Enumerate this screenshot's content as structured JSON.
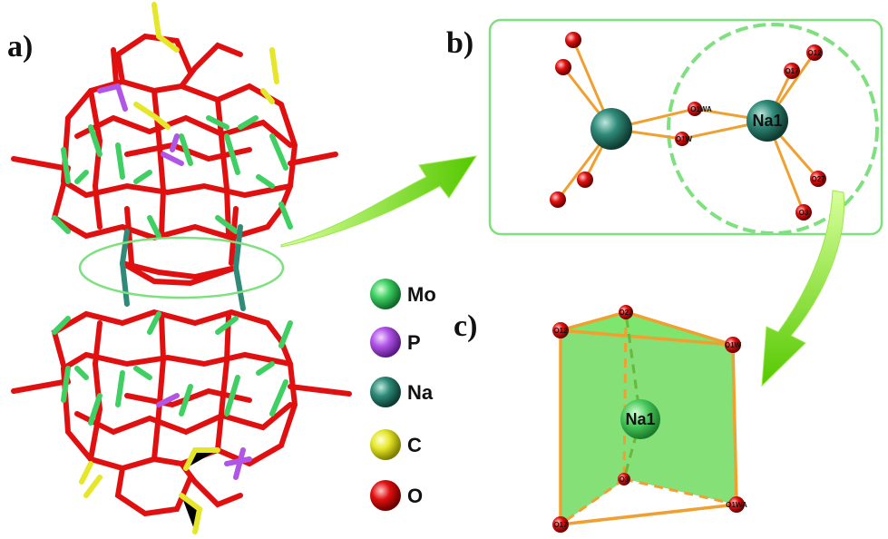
{
  "panels": {
    "a": "a)",
    "b": "b)",
    "c": "c)"
  },
  "legend": [
    {
      "label": "Mo",
      "color": "#3fcf63"
    },
    {
      "label": "P",
      "color": "#b055e6"
    },
    {
      "label": "Na",
      "color": "#2f8a78"
    },
    {
      "label": "C",
      "color": "#e6e62a"
    },
    {
      "label": "O",
      "color": "#e01010"
    }
  ],
  "panel_b": {
    "center_label": "Na1",
    "atom_labels": {
      "o12": "O12",
      "o17": "O17",
      "o1wa": "O1WA",
      "o1w": "O1W",
      "o27": "O27",
      "o3": "O3"
    }
  },
  "panel_c": {
    "center_label": "Na1",
    "atom_labels": {
      "o27": "O27",
      "o12": "O12",
      "o1w": "O1W",
      "o3": "O3",
      "o17": "O17",
      "o1wa": "O1WA"
    }
  },
  "colors": {
    "panel_border": "#7ee07e",
    "arrow": "#7ae01e",
    "bond_orange": "#f0a030",
    "prism_fill": "#5cd64a"
  }
}
